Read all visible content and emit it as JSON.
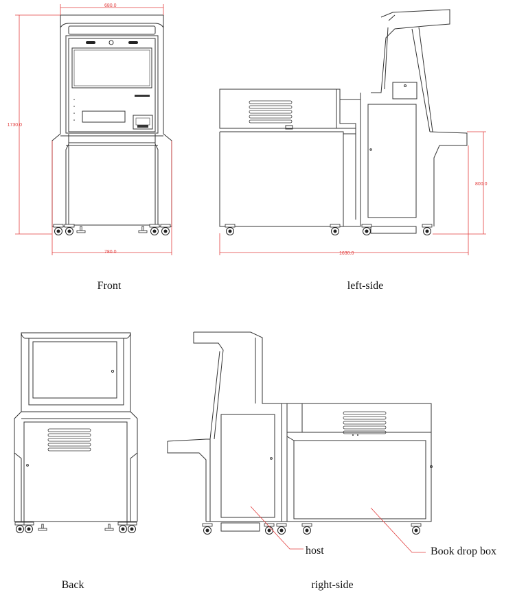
{
  "views": {
    "front": "Front",
    "left_side": "left-side",
    "back": "Back",
    "right_side": "right-side"
  },
  "dimensions": {
    "front_top_width": "680.0",
    "front_height": "1730.0",
    "front_base_width": "780.0",
    "side_length": "1630.0",
    "side_desk_height": "800.0"
  },
  "callouts": {
    "host": "host",
    "book_drop_box": "Book drop box"
  },
  "colors": {
    "line": "#333333",
    "dimension": "#e23c3c"
  }
}
